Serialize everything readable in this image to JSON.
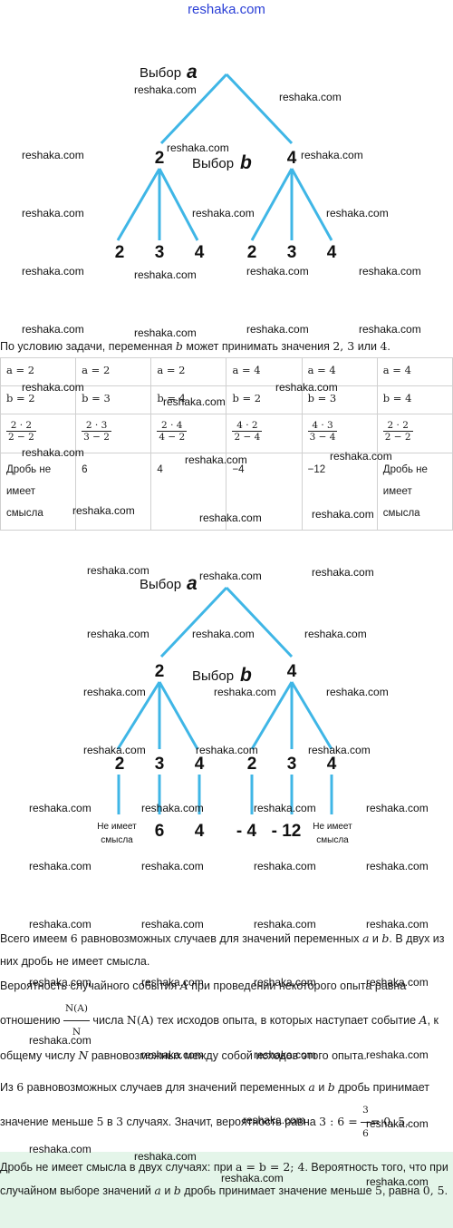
{
  "site": "reshaka.com",
  "tree1": {
    "choice_a_label": "Выбор",
    "choice_a_var": "a",
    "choice_b_label": "Выбор",
    "choice_b_var": "b",
    "level1": [
      "2",
      "4"
    ],
    "level2": [
      "2",
      "3",
      "4",
      "2",
      "3",
      "4"
    ]
  },
  "intro": {
    "text_before": "По условию задачи, переменная ",
    "var_b": "b",
    "text_mid": " может принимать значения ",
    "values": "2, 3",
    "word_or": " или ",
    "value_last": "4",
    "end": "."
  },
  "table": {
    "a_row": [
      "a = 2",
      "a = 2",
      "a = 2",
      "a = 4",
      "a = 4",
      "a = 4"
    ],
    "b_row": [
      "b = 2",
      "b = 3",
      "b = 4",
      "b = 2",
      "b = 3",
      "b = 4"
    ],
    "fractions": [
      {
        "num": "2 · 2",
        "den": "2 − 2"
      },
      {
        "num": "2 · 3",
        "den": "3 − 2"
      },
      {
        "num": "2 · 4",
        "den": "4 − 2"
      },
      {
        "num": "4 · 2",
        "den": "2 − 4"
      },
      {
        "num": "4 · 3",
        "den": "3 − 4"
      },
      {
        "num": "2 · 2",
        "den": "2 − 2"
      }
    ],
    "results": [
      "Дробь не имеет смысла",
      "6",
      "4",
      "−4",
      "−12",
      "Дробь не имеет смысла"
    ]
  },
  "tree2": {
    "choice_a_label": "Выбор",
    "choice_a_var": "a",
    "choice_b_label": "Выбор",
    "choice_b_var": "b",
    "level1": [
      "2",
      "4"
    ],
    "level2": [
      "2",
      "3",
      "4",
      "2",
      "3",
      "4"
    ],
    "results": [
      "6",
      "4",
      "- 4",
      "- 12"
    ],
    "no_sense_line1": "Не имеет",
    "no_sense_line2": "смысла"
  },
  "paragraphs": {
    "p1_a": "Всего имеем ",
    "p1_n": "6",
    "p1_b": " равновозможных случаев для значений переменных ",
    "p1_va": "a",
    "p1_and": " и ",
    "p1_vb": "b",
    "p1_c": ". В двух из них дробь не имеет смысла.",
    "p2_a": "Вероятность случайного события ",
    "p2_A": "A",
    "p2_b": " при проведении некоторого опыта равна отношению ",
    "p2_frac_num": "N(A)",
    "p2_frac_den": "N",
    "p2_c": " числа ",
    "p2_NA": "N(A)",
    "p2_d": " тех исходов опыта, в которых наступает событие ",
    "p2_A2": "A",
    "p2_e": ", к общему числу ",
    "p2_N": "N",
    "p2_f": " равновозможных между собой исходов этого опыта.",
    "p3_a": "Из ",
    "p3_n": "6",
    "p3_b": " равновозможных случаев для значений переменных ",
    "p3_va": "a",
    "p3_and": " и ",
    "p3_vb": "b",
    "p3_c": " дробь принимает значение меньше ",
    "p3_five": "5",
    "p3_d": " в ",
    "p3_three": "3",
    "p3_e": " случаях. Значит, вероятность равна ",
    "p3_ratio": "3 : 6 =",
    "p3_frac_num": "3",
    "p3_frac_den": "6",
    "p3_result": "= 0, 5."
  },
  "answer": {
    "a": "Дробь не имеет смысла в двух случаях: при ",
    "m1": "a = b = 2;  4",
    "b": ". Вероятность того, что при случайном выборе значений ",
    "va": "a",
    "and": " и ",
    "vb": "b",
    "c": " дробь принимает значение меньше ",
    "five": "5",
    "d": ", равна ",
    "val": "0, 5",
    "e": "."
  },
  "colors": {
    "tree_line": "#3fb6e6",
    "site_link": "#2a3fd6",
    "answer_bg": "#e4f5e9"
  }
}
